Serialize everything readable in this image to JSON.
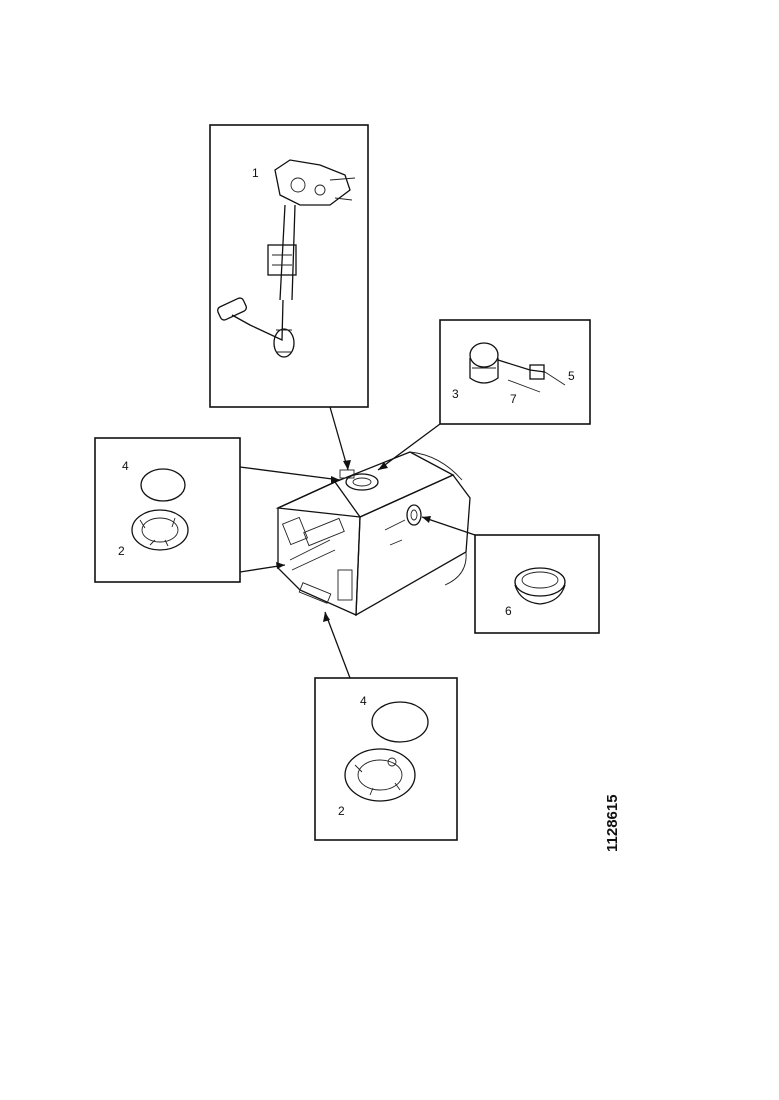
{
  "figure_number": "1128615",
  "callouts": {
    "sender_unit": "1",
    "gasket_left": "4",
    "ring_nut_left": "2",
    "gasket_bottom": "4",
    "ring_nut_bottom": "2",
    "valve_body": "3",
    "valve_part_a": "7",
    "valve_part_b": "5",
    "cap": "6"
  },
  "colors": {
    "line": "#111111",
    "background": "#ffffff"
  }
}
